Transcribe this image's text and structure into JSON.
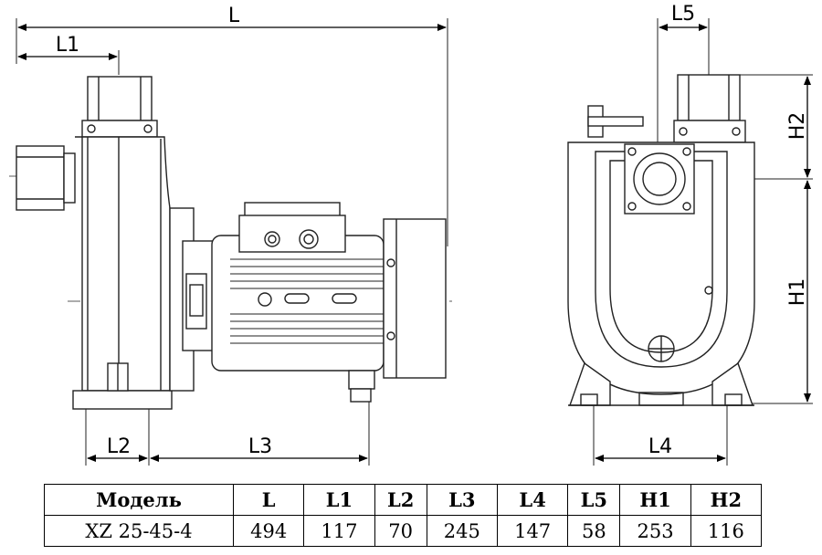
{
  "dimension_labels": {
    "L": "L",
    "L1": "L1",
    "L2": "L2",
    "L3": "L3",
    "L4": "L4",
    "L5": "L5",
    "H1": "H1",
    "H2": "H2"
  },
  "spec_table": {
    "headers": [
      "Модель",
      "L",
      "L1",
      "L2",
      "L3",
      "L4",
      "L5",
      "H1",
      "H2"
    ],
    "row": [
      "XZ 25-45-4",
      "494",
      "117",
      "70",
      "245",
      "147",
      "58",
      "253",
      "116"
    ]
  }
}
